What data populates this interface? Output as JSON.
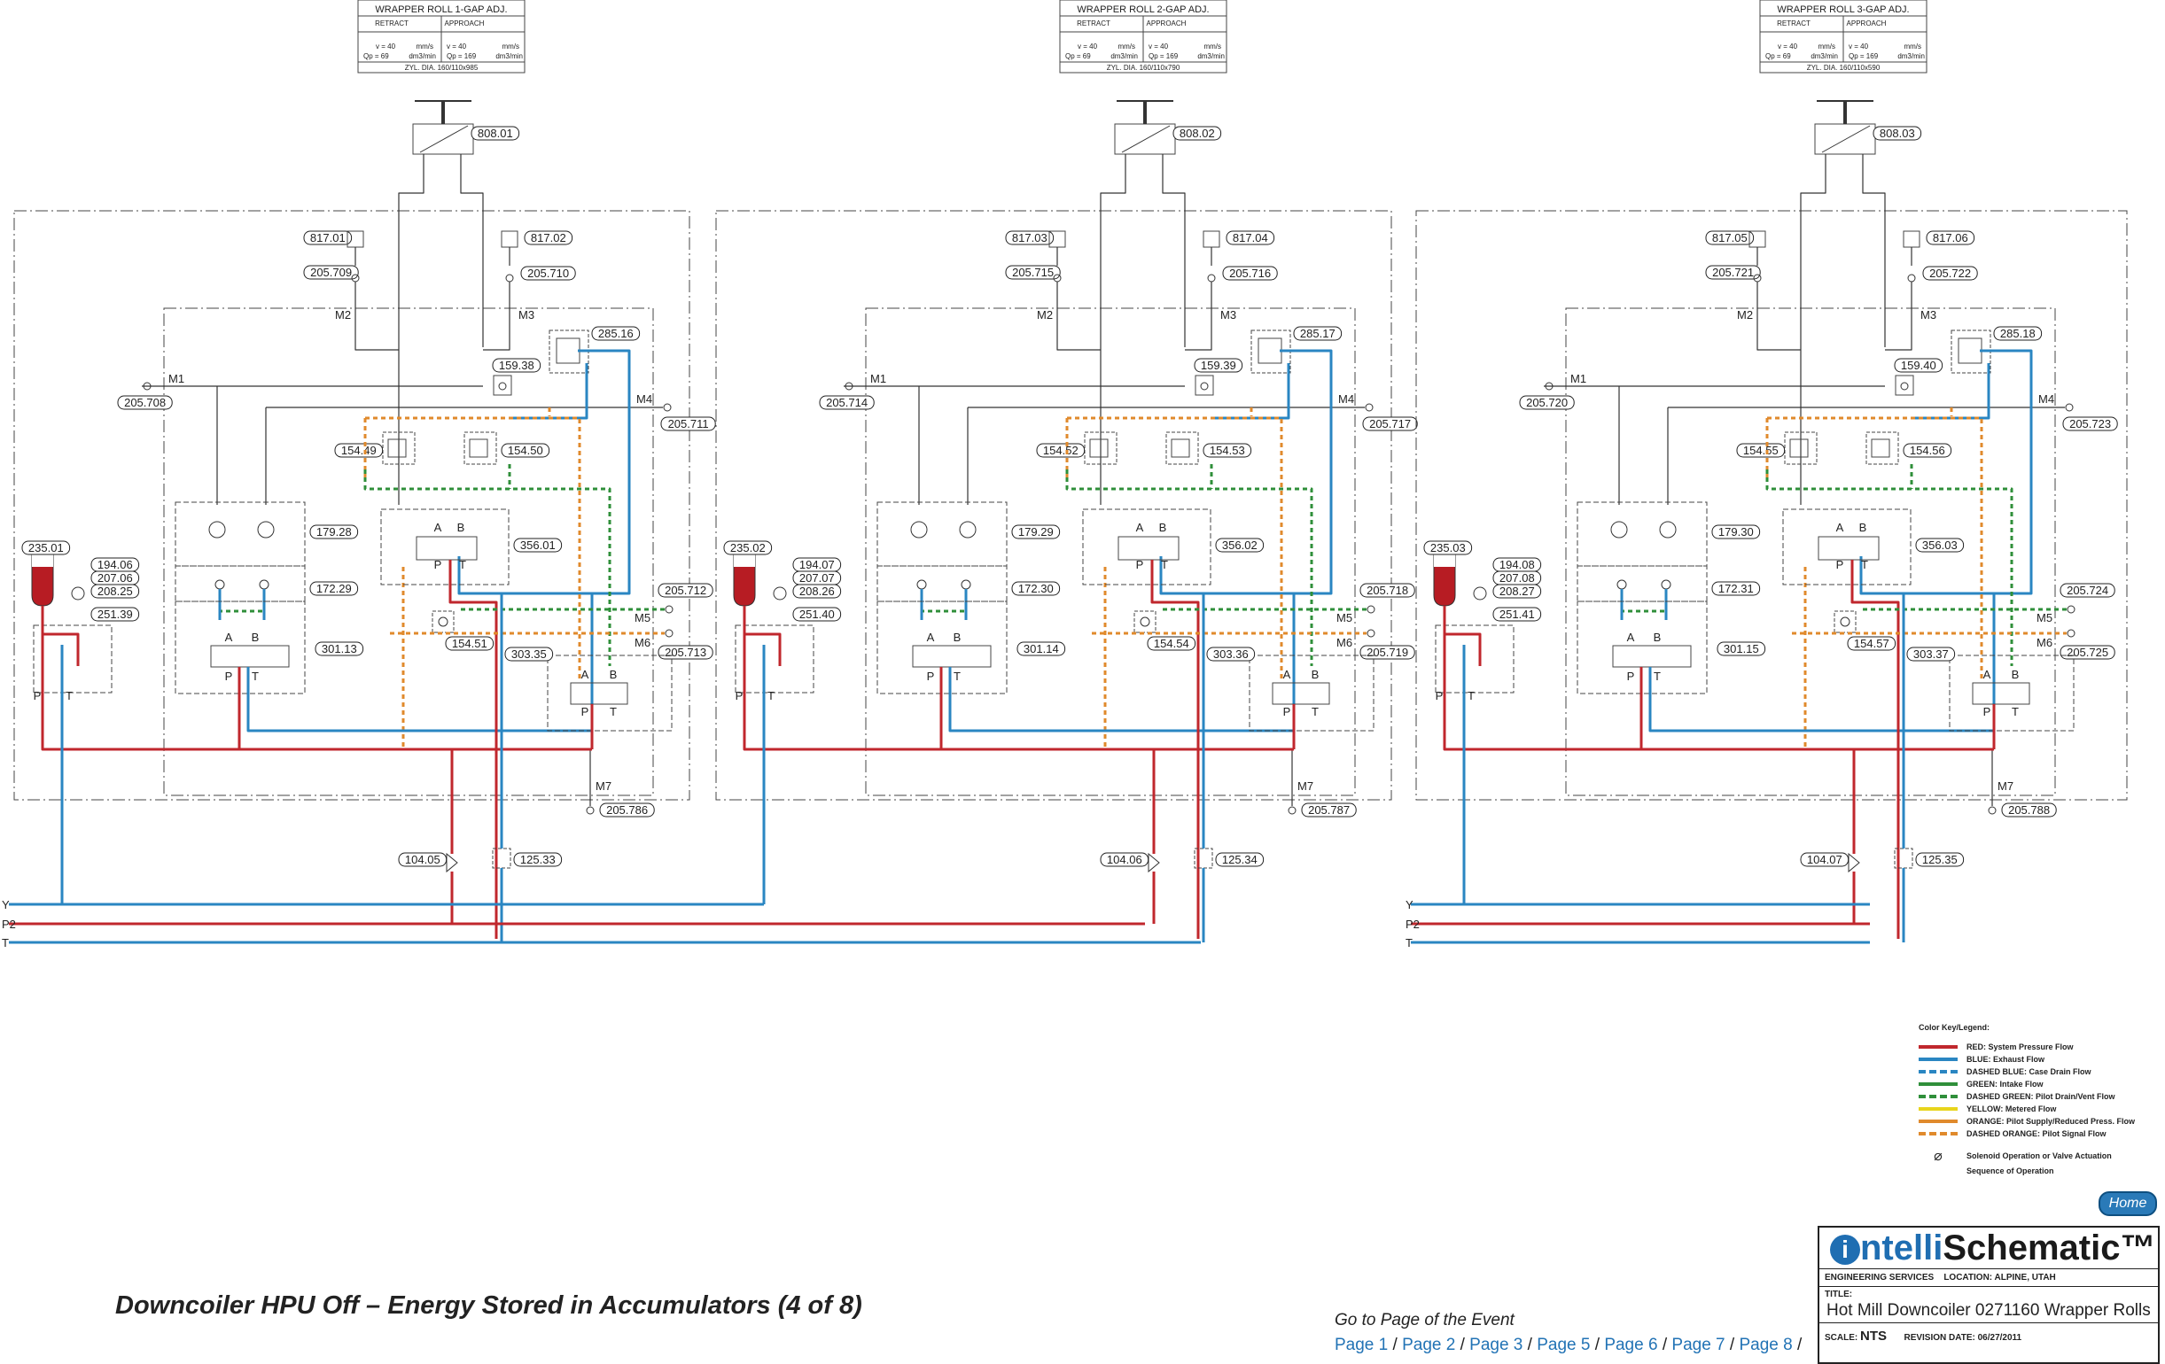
{
  "units": [
    {
      "header": {
        "title": "WRAPPER ROLL 1-GAP ADJ.",
        "retract": "RETRACT",
        "approach": "APPROACH",
        "v_retract": "v = 40",
        "v_unit_retract": "mm/s",
        "v_approach": "v = 40",
        "v_unit_approach": "mm/s",
        "qp_retract": "Qp = 69",
        "qp_unit_retract": "dm3/min",
        "qp_approach": "Qp = 169",
        "qp_unit_approach": "dm3/min",
        "cyl": "ZYL. DIA. 160/110x985"
      },
      "cylinder": "808.01",
      "pl": "817.01",
      "pr": "817.02",
      "tl": "205.709",
      "tr": "205.710",
      "relief": "285.16",
      "check": "159.38",
      "m1": "205.708",
      "m4": "205.711",
      "lvalve": "154.49",
      "rvalve": "154.50",
      "throttle": "179.28",
      "pilotcheck": "172.29",
      "dcvleft": "301.13",
      "dcvmain": "356.01",
      "check2": "154.51",
      "m5": "205.712",
      "m6": "205.713",
      "dcvright": "303.35",
      "m7": "205.786",
      "acc": "235.01",
      "gauge1": "194.06",
      "gauge2": "207.06",
      "gauge3": "208.25",
      "accvalve": "251.39",
      "ball": "104.05",
      "filter": "125.33"
    },
    {
      "header": {
        "title": "WRAPPER ROLL 2-GAP ADJ.",
        "retract": "RETRACT",
        "approach": "APPROACH",
        "v_retract": "v = 40",
        "v_unit_retract": "mm/s",
        "v_approach": "v = 40",
        "v_unit_approach": "mm/s",
        "qp_retract": "Qp = 69",
        "qp_unit_retract": "dm3/min",
        "qp_approach": "Qp = 169",
        "qp_unit_approach": "dm3/min",
        "cyl": "ZYL. DIA. 160/110x790"
      },
      "cylinder": "808.02",
      "pl": "817.03",
      "pr": "817.04",
      "tl": "205.715",
      "tr": "205.716",
      "relief": "285.17",
      "check": "159.39",
      "m1": "205.714",
      "m4": "205.717",
      "lvalve": "154.52",
      "rvalve": "154.53",
      "throttle": "179.29",
      "pilotcheck": "172.30",
      "dcvleft": "301.14",
      "dcvmain": "356.02",
      "check2": "154.54",
      "m5": "205.718",
      "m6": "205.719",
      "dcvright": "303.36",
      "m7": "205.787",
      "acc": "235.02",
      "gauge1": "194.07",
      "gauge2": "207.07",
      "gauge3": "208.26",
      "accvalve": "251.40",
      "ball": "104.06",
      "filter": "125.34"
    },
    {
      "header": {
        "title": "WRAPPER ROLL 3-GAP ADJ.",
        "retract": "RETRACT",
        "approach": "APPROACH",
        "v_retract": "v = 40",
        "v_unit_retract": "mm/s",
        "v_approach": "v = 40",
        "v_unit_approach": "mm/s",
        "qp_retract": "Qp = 69",
        "qp_unit_retract": "dm3/min",
        "qp_approach": "Qp = 169",
        "qp_unit_approach": "dm3/min",
        "cyl": "ZYL. DIA. 160/110x590"
      },
      "cylinder": "808.03",
      "pl": "817.05",
      "pr": "817.06",
      "tl": "205.721",
      "tr": "205.722",
      "relief": "285.18",
      "check": "159.40",
      "m1": "205.720",
      "m4": "205.723",
      "lvalve": "154.55",
      "rvalve": "154.56",
      "throttle": "179.30",
      "pilotcheck": "172.31",
      "dcvleft": "301.15",
      "dcvmain": "356.03",
      "check2": "154.57",
      "m5": "205.724",
      "m6": "205.725",
      "dcvright": "303.37",
      "m7": "205.788",
      "acc": "235.03",
      "gauge1": "194.08",
      "gauge2": "207.08",
      "gauge3": "208.27",
      "accvalve": "251.41",
      "ball": "104.07",
      "filter": "125.35"
    }
  ],
  "port_labels": {
    "m1": "M1",
    "m2": "M2",
    "m3": "M3",
    "m4": "M4",
    "m5": "M5",
    "m6": "M6",
    "m7": "M7",
    "a": "A",
    "b": "B",
    "p": "P",
    "t": "T"
  },
  "lines": {
    "y": "Y",
    "p2": "P2",
    "t": "T"
  },
  "colors": {
    "red": "#c0272d",
    "blue": "#2a86c2",
    "green": "#2f8f3a",
    "orange": "#e08a2c",
    "yellow": "#e8d51c",
    "dark": "#333333"
  },
  "legend": {
    "title": "Color Key/Legend:",
    "items": [
      {
        "label": "RED: System Pressure Flow",
        "color": "#c0272d",
        "dashed": false
      },
      {
        "label": "BLUE: Exhaust Flow",
        "color": "#2a86c2",
        "dashed": false
      },
      {
        "label": "DASHED BLUE: Case Drain Flow",
        "color": "#2a86c2",
        "dashed": true
      },
      {
        "label": "GREEN: Intake Flow",
        "color": "#2f8f3a",
        "dashed": false
      },
      {
        "label": "DASHED GREEN: Pilot Drain/Vent Flow",
        "color": "#2f8f3a",
        "dashed": true
      },
      {
        "label": "YELLOW: Metered Flow",
        "color": "#e8d51c",
        "dashed": false
      },
      {
        "label": "ORANGE: Pilot Supply/Reduced Press. Flow",
        "color": "#e08a2c",
        "dashed": false
      },
      {
        "label": "DASHED ORANGE: Pilot Signal Flow",
        "color": "#e08a2c",
        "dashed": true
      }
    ],
    "solenoid": "Solenoid Operation or Valve Actuation",
    "sequence": "Sequence of Operation"
  },
  "caption": "Downcoiler HPU Off – Energy Stored in Accumulators (4 of 8)",
  "nav": {
    "goto": "Go to Page of the Event",
    "pages": [
      "Page 1",
      "Page 2",
      "Page 3",
      "Page 5",
      "Page 6",
      "Page 7",
      "Page 8"
    ]
  },
  "home": "Home",
  "titleblock": {
    "logo_i": "i",
    "logo_ntelli": "ntelli",
    "logo_schematic": "Schematic™",
    "services": "ENGINEERING SERVICES",
    "location": "LOCATION: ALPINE, UTAH",
    "title_label": "TITLE:",
    "title": "Hot Mill Downcoiler 0271160 Wrapper Rolls",
    "scale_label": "SCALE:",
    "scale": "NTS",
    "revision": "REVISION DATE: 06/27/2011"
  }
}
